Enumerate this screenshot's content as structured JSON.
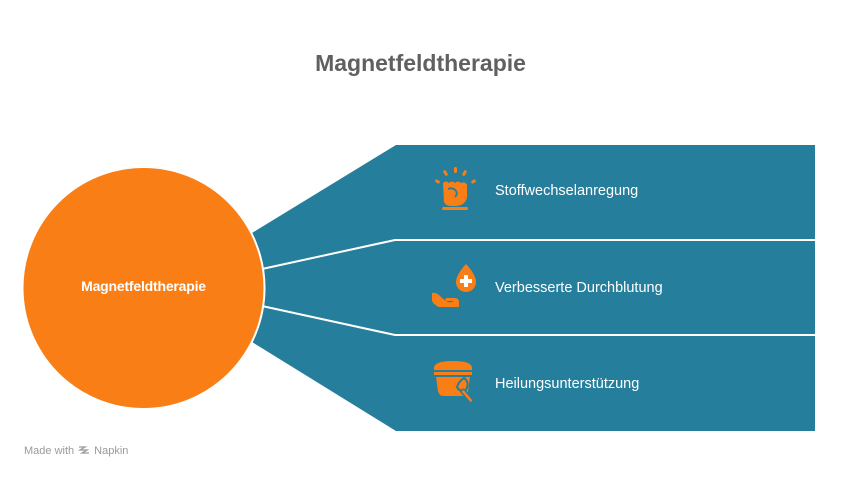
{
  "title": "Magnetfeldtherapie",
  "center": {
    "label": "Magnetfeldtherapie"
  },
  "items": [
    {
      "label": "Stoffwechselanregung",
      "icon": "fist-burst-icon"
    },
    {
      "label": "Verbesserte Durchblutung",
      "icon": "hand-blood-drop-icon"
    },
    {
      "label": "Heilungsunterstützung",
      "icon": "bandage-bowl-icon"
    }
  ],
  "footer": {
    "made_with": "Made with",
    "brand": "Napkin",
    "icon": "napkin-logo-icon"
  },
  "colors": {
    "circle": "#F97E16",
    "panel": "#257E9C",
    "title": "#606060",
    "icon": "#F97E16",
    "footer": "#9A9A9A"
  }
}
